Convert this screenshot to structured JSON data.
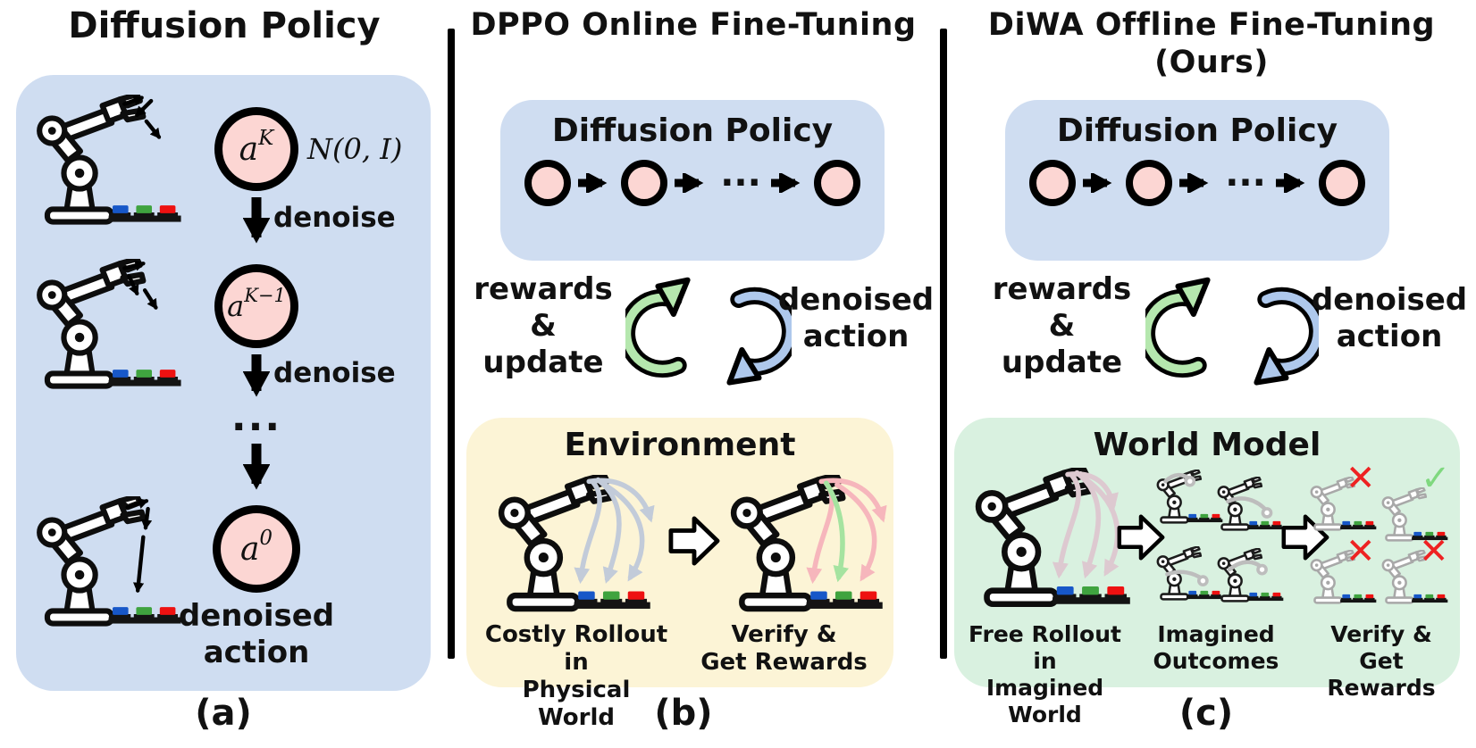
{
  "colors": {
    "panel_blue": "#cfddf1",
    "box_yellow": "#fcf4d6",
    "box_green": "#d9f1e0",
    "node_pink": "#fcd6d3",
    "cycle_green": "#b5e7ae",
    "cycle_blue": "#aec8ec",
    "mark_red": "#ee2222",
    "mark_green": "#7fd87f",
    "button_blue": "#1757c8",
    "button_green": "#3fa33f",
    "button_red": "#ee1111"
  },
  "panel_a": {
    "title": "Diffusion Policy",
    "node_top": {
      "base": "a",
      "sup": "K"
    },
    "gauss_label": "N(0, I)",
    "denoise_label_1": "denoise",
    "denoise_label_2": "denoise",
    "node_mid": {
      "base": "a",
      "sup": "K−1"
    },
    "ellipsis": "...",
    "node_bottom": {
      "base": "a",
      "sup": "0"
    },
    "caption": [
      "denoised",
      "action"
    ],
    "label": "(a)"
  },
  "panel_b": {
    "title": "DPPO Online Fine-Tuning",
    "policy_box": {
      "title": "Diffusion Policy",
      "ellipsis": "···"
    },
    "cycle_left": [
      "rewards",
      "&",
      "update"
    ],
    "cycle_right": [
      "denoised",
      "action"
    ],
    "env_box": {
      "title": "Environment",
      "caption_left": [
        "Costly Rollout in",
        "Physical World"
      ],
      "caption_right": [
        "Verify &",
        "Get Rewards"
      ]
    },
    "label": "(b)"
  },
  "panel_c": {
    "title": [
      "DiWA Offline Fine-Tuning",
      "(Ours)"
    ],
    "policy_box": {
      "title": "Diffusion Policy",
      "ellipsis": "···"
    },
    "cycle_left": [
      "rewards",
      "&",
      "update"
    ],
    "cycle_right": [
      "denoised",
      "action"
    ],
    "wm_box": {
      "title": "World Model",
      "marks": [
        "✕",
        "✓",
        "✕",
        "✕"
      ],
      "caption_rollout": [
        "Free Rollout in",
        "Imagined World"
      ],
      "caption_imagined": [
        "Imagined",
        "Outcomes"
      ],
      "caption_verify": [
        "Verify &",
        "Get Rewards"
      ]
    },
    "label": "(c)"
  }
}
